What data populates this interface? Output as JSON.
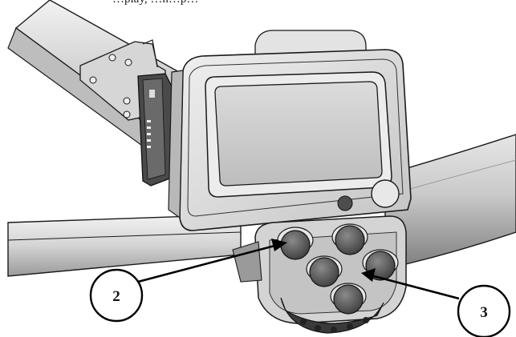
{
  "header": {
    "partial_text": "…play, …n…p…"
  },
  "callouts": [
    {
      "number": "2",
      "target": "left-button-group"
    },
    {
      "number": "3",
      "target": "right-button-cluster"
    }
  ],
  "colors": {
    "outline": "#1a1a1a",
    "body_fill": "#d9d9d9",
    "screen_fill": "#cfcfcf",
    "button_fill": "#555555",
    "grip_fill": "#3a3a3a"
  }
}
